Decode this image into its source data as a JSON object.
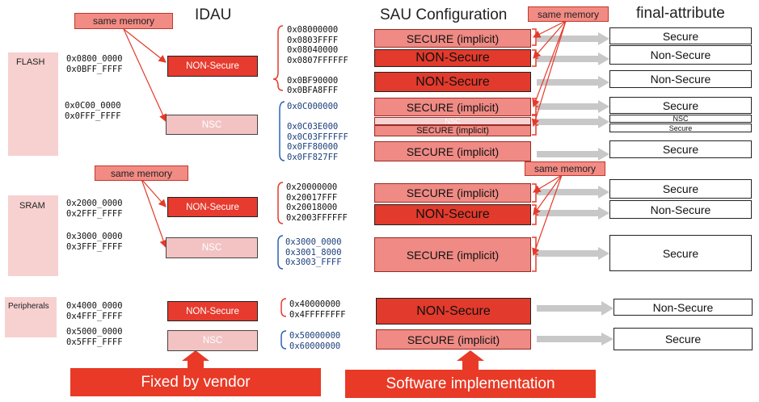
{
  "headers": {
    "idau": "IDAU",
    "sau": "SAU Configuration",
    "final": "final-attribute"
  },
  "callouts": {
    "top_left": "same memory",
    "top_right": "same memory",
    "mid_left": "same memory",
    "mid_right": "same memory"
  },
  "memories": {
    "flash": "FLASH",
    "sram": "SRAM",
    "peripherals": "Peripherals"
  },
  "region_ranges": {
    "flash_ns": "0x0800_0000\n0x0BFF_FFFF",
    "flash_nsc": "0x0C00_0000\n0x0FFF_FFFF",
    "sram_ns": "0x2000_0000\n0x2FFF_FFFF",
    "sram_nsc": "0x3000_0000\n0x3FFF_FFFF",
    "periph_ns": "0x4000_0000\n0x4FFF_FFFF",
    "periph_nsc": "0x5000_0000\n0x5FFF_FFFF"
  },
  "idau_labels": {
    "non_secure": "NON-Secure",
    "nsc": "NSC"
  },
  "sau_ranges": {
    "g1": "0x08000000\n0x0803FFFF\n0x08040000\n0x0807FFFFFF\n\n0x0BF90000\n0x0BFA8FFF",
    "g2": "0x0C000000\n\n0x0C03E000\n0x0C03FFFFFF\n0x0FF80000\n0x0FF827FF",
    "g3": "0x20000000\n0x20017FFF\n0x20018000\n0x2003FFFFFF",
    "g4": "0x3000_0000\n0x3001_8000\n0x3003_FFFF",
    "g5": "0x40000000\n0x4FFFFFFFF",
    "g6": "0x50000000\n0x60000000"
  },
  "sau_labels": {
    "secure_implicit": "SECURE (implicit)",
    "non_secure": "NON-Secure",
    "nsc": "NSC"
  },
  "final_labels": {
    "secure": "Secure",
    "non_secure": "Non-Secure",
    "nsc": "NSC"
  },
  "banners": {
    "vendor": "Fixed by vendor",
    "software": "Software implementation"
  },
  "colors": {
    "red": "#e63b2e",
    "salmon": "#ef8a84",
    "pink": "#f7d0d0",
    "arrow_grey": "#c8c8c8",
    "bracket_red": "#e53a2a",
    "bracket_blue": "#2a64b4"
  }
}
